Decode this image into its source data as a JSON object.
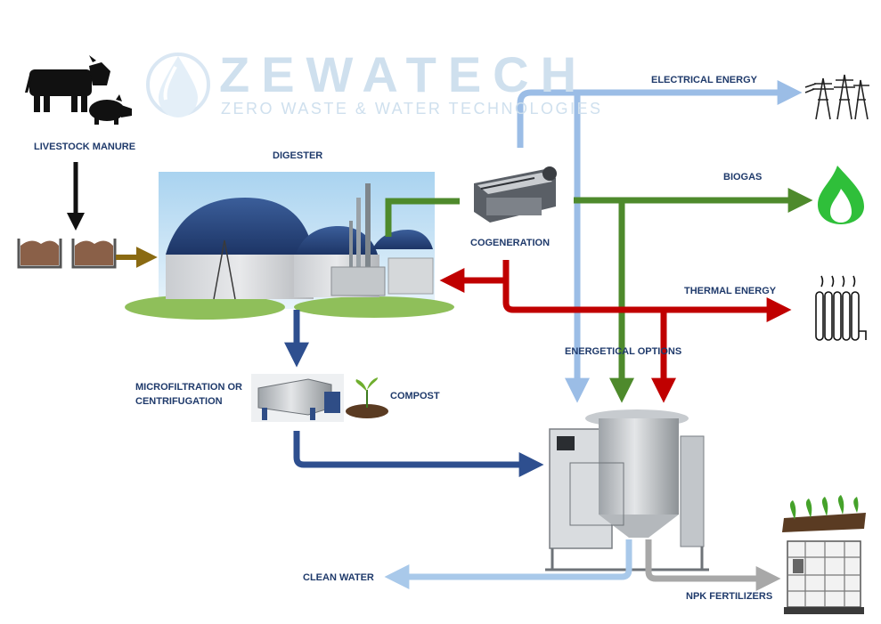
{
  "brand": {
    "name": "ZEWATECH",
    "tagline": "ZERO WASTE & WATER TECHNOLOGIES"
  },
  "labels": {
    "livestock_manure": "LIVESTOCK MANURE",
    "digester": "DIGESTER",
    "cogeneration": "COGENERATION",
    "electrical_energy": "ELECTRICAL ENERGY",
    "biogas": "BIOGAS",
    "thermal_energy": "THERMAL ENERGY",
    "energetical_options": "ENERGETICAL OPTIONS",
    "microfiltration_line1": "MICROFILTRATION OR",
    "microfiltration_line2": "CENTRIFUGATION",
    "compost": "COMPOST",
    "clean_water": "CLEAN WATER",
    "npk_fertilizers": "NPK FERTILIZERS"
  },
  "colors": {
    "electrical": "#9bbde6",
    "biogas": "#4e8a2c",
    "thermal": "#c00000",
    "flow": "#2e4f8f",
    "manure": "#8a6a12",
    "water": "#a9c9ea",
    "fertilizer": "#a8a8a8",
    "label_text": "#1f3a6b"
  },
  "icons": [
    "cow-icon",
    "pig-icon",
    "manure-tanks-icon",
    "water-drop-logo",
    "power-tower-icon",
    "flame-icon",
    "radiator-icon",
    "plants-icon",
    "ibc-tank-icon",
    "sprout-icon"
  ]
}
